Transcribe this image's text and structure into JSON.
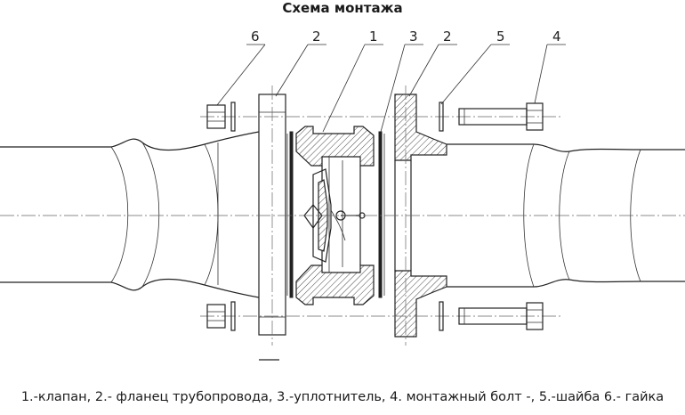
{
  "title": "Схема монтажа",
  "caption": "1.-клапан, 2.- фланец трубопровода, 3.-уплотнитель, 4. монтажный болт -, 5.-шайба  6.- гайка",
  "callouts": {
    "c6": "6",
    "c2a": "2",
    "c1": "1",
    "c3": "3",
    "c2b": "2",
    "c5": "5",
    "c4": "4"
  }
}
